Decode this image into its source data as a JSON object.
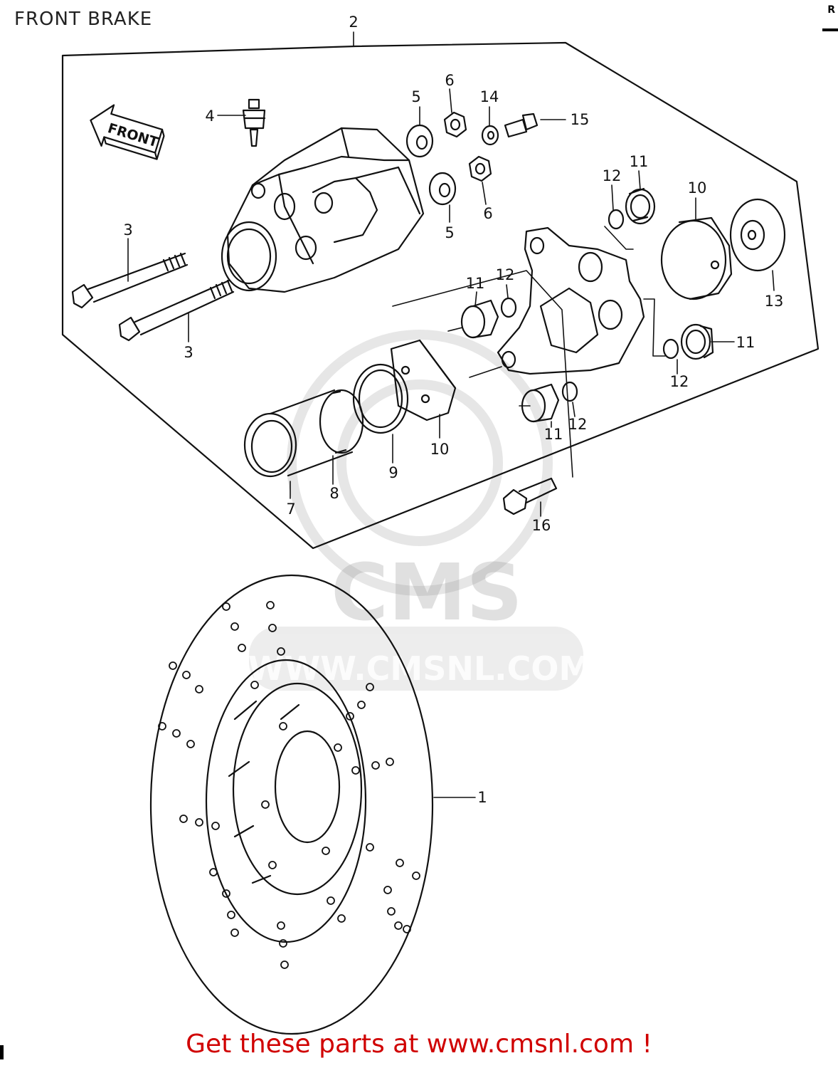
{
  "title": "FRONT BRAKE",
  "corner_mark": "R",
  "direction_label": "FRONT",
  "watermark": {
    "brand": "CMS",
    "url": "WWW.CMSNL.COM"
  },
  "footer": {
    "text": "Get these parts at www.cmsnl.com !",
    "color": "#d00000"
  },
  "callouts": {
    "c1": "1",
    "c2": "2",
    "c3a": "3",
    "c3b": "3",
    "c4": "4",
    "c5a": "5",
    "c5b": "5",
    "c6a": "6",
    "c6b": "6",
    "c7": "7",
    "c8": "8",
    "c9": "9",
    "c10a": "10",
    "c10b": "10",
    "c11a": "11",
    "c11b": "11",
    "c11c": "11",
    "c11d": "11",
    "c12a": "12",
    "c12b": "12",
    "c12c": "12",
    "c12d": "12",
    "c13": "13",
    "c14": "14",
    "c15": "15",
    "c16": "16"
  }
}
